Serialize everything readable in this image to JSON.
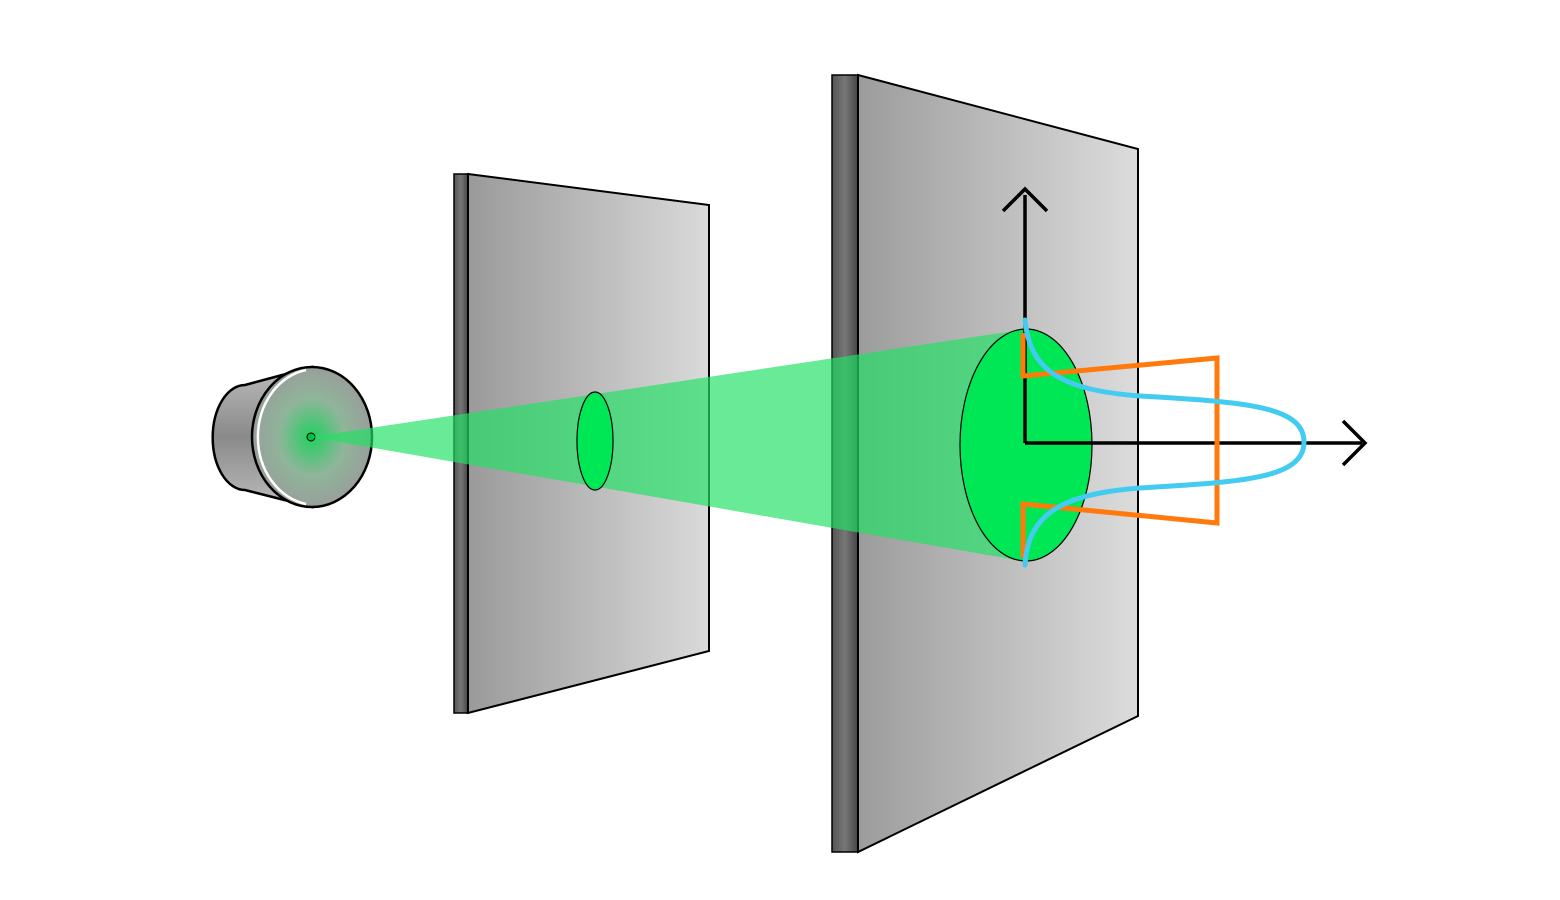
{
  "colors": {
    "beam": "#00e756",
    "beam_translucent": "#33e070",
    "profile_curve": "#44ccf0",
    "aperture_profile": "#ff7a0a",
    "plate_dark": "#555555",
    "plate_light": "#dcdcdc",
    "axes": "#000000"
  },
  "elements": [
    "light-source",
    "aperture-plate",
    "screen-plate",
    "beam-cone",
    "axes",
    "rectangular-profile",
    "gaussian-profile"
  ]
}
